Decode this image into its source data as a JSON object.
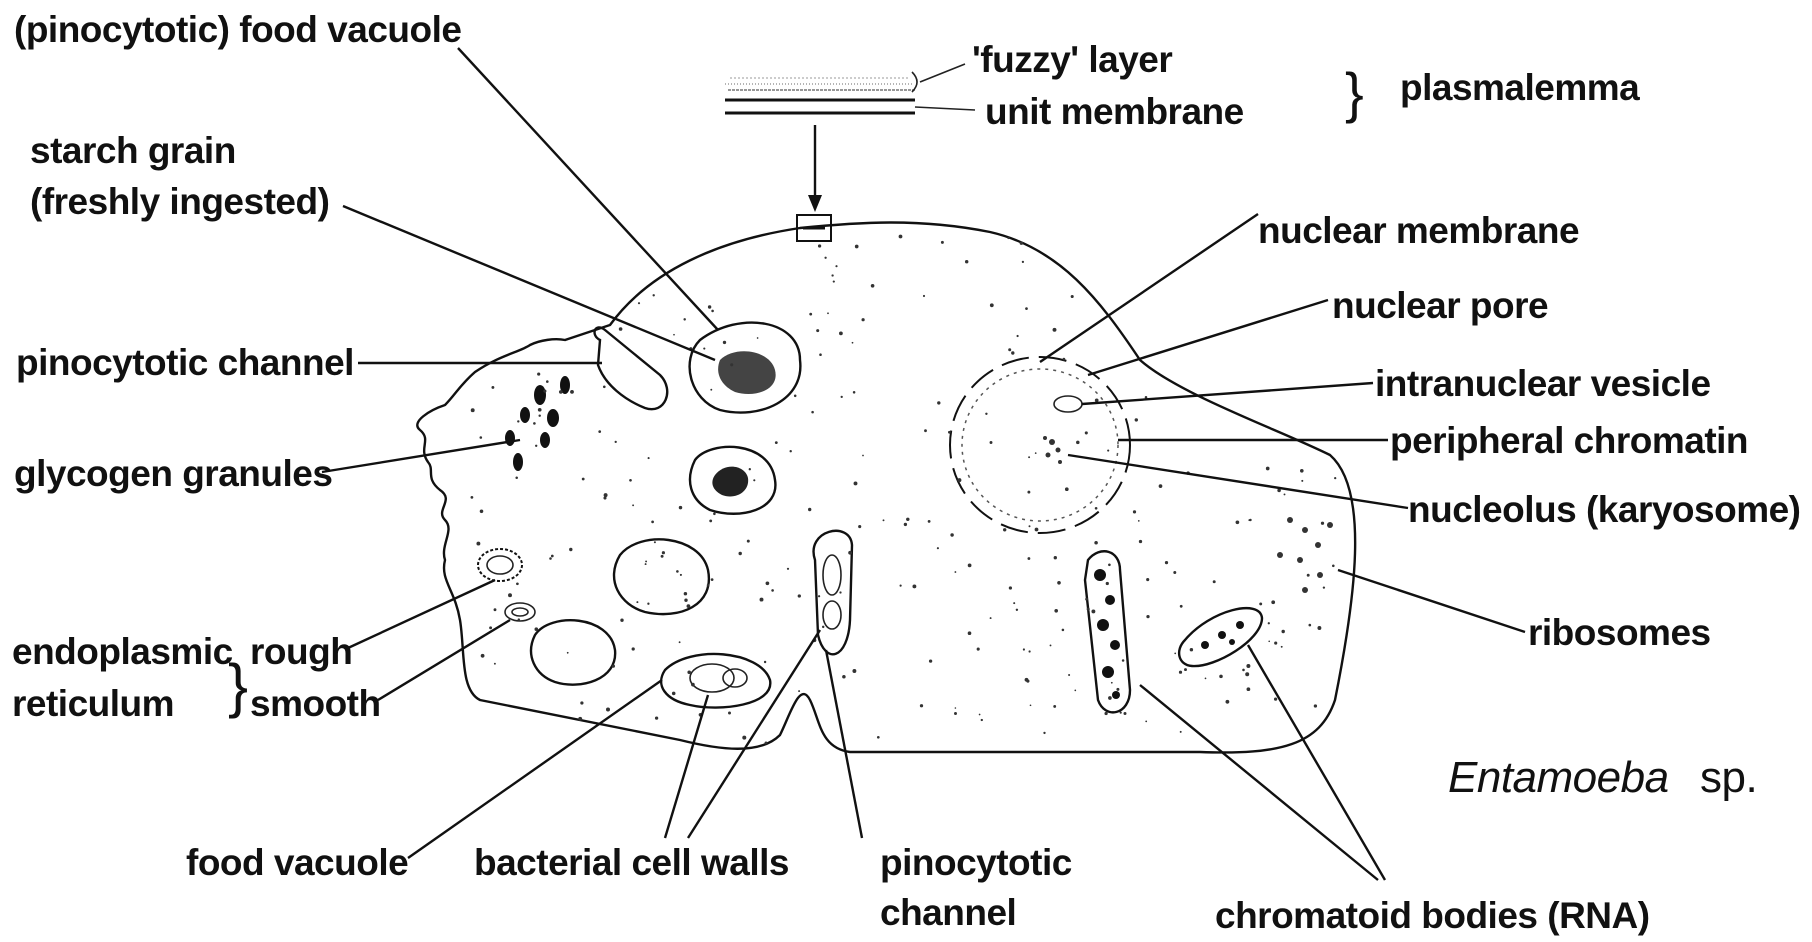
{
  "labels": {
    "pinocytotic_food_vacuole": "(pinocytotic) food vacuole",
    "fuzzy_layer": "'fuzzy' layer",
    "unit_membrane": "unit membrane",
    "plasmalemma": "plasmalemma",
    "brace": "}",
    "starch_grain_line1": "starch grain",
    "starch_grain_line2": "(freshly ingested)",
    "nuclear_membrane": "nuclear membrane",
    "nuclear_pore": "nuclear pore",
    "pinocytotic_channel_left": "pinocytotic channel",
    "intranuclear_vesicle": "intranuclear vesicle",
    "glycogen_granules": "glycogen granules",
    "peripheral_chromatin": "peripheral chromatin",
    "nucleolus": "nucleolus (karyosome)",
    "endoplasmic": "endoplasmic",
    "reticulum": "reticulum",
    "er_brace": "}",
    "rough": "rough",
    "smooth": "smooth",
    "ribosomes": "ribosomes",
    "species_genus": "Entamoeba",
    "species_sp": "sp.",
    "food_vacuole": "food vacuole",
    "bacterial_cell_walls": "bacterial cell walls",
    "pinocytotic_channel_bottom_line1": "pinocytotic",
    "pinocytotic_channel_bottom_line2": "channel",
    "chromatoid_bodies": "chromatoid bodies (RNA)"
  }
}
